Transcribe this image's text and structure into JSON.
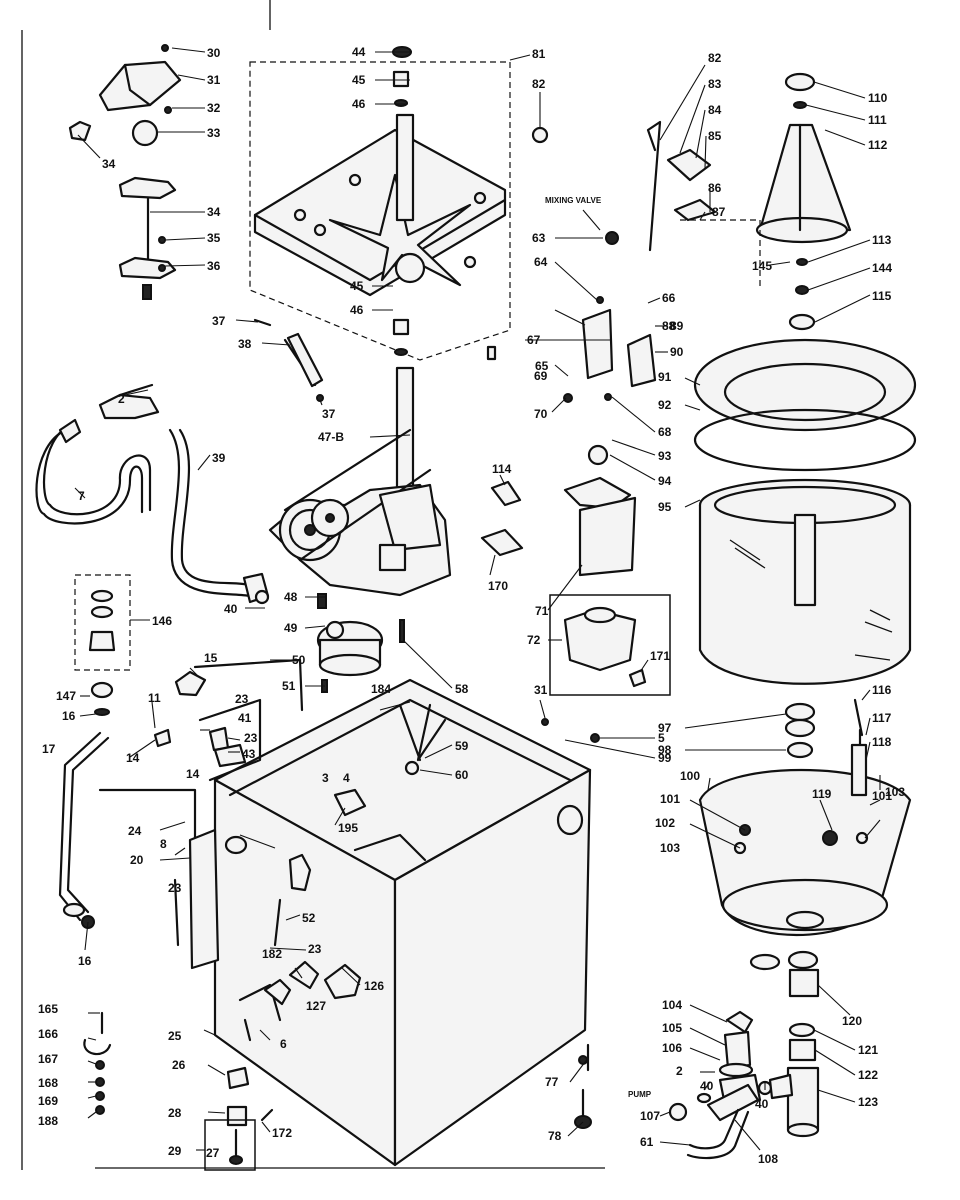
{
  "callouts": [
    {
      "id": "c30",
      "text": "30"
    },
    {
      "id": "c31",
      "text": "31"
    },
    {
      "id": "c32",
      "text": "32"
    },
    {
      "id": "c33",
      "text": "33"
    },
    {
      "id": "c34a",
      "text": "34"
    },
    {
      "id": "c34b",
      "text": "34"
    },
    {
      "id": "c35",
      "text": "35"
    },
    {
      "id": "c36",
      "text": "36"
    },
    {
      "id": "c37a",
      "text": "37"
    },
    {
      "id": "c37b",
      "text": "37"
    },
    {
      "id": "c38",
      "text": "38"
    },
    {
      "id": "c39",
      "text": "39"
    },
    {
      "id": "c44",
      "text": "44"
    },
    {
      "id": "c45a",
      "text": "45"
    },
    {
      "id": "c46a",
      "text": "46"
    },
    {
      "id": "c45b",
      "text": "45"
    },
    {
      "id": "c46b",
      "text": "46"
    },
    {
      "id": "c81",
      "text": "81"
    },
    {
      "id": "c82a",
      "text": "82"
    },
    {
      "id": "c47",
      "text": "47-B"
    },
    {
      "id": "c48",
      "text": "48"
    },
    {
      "id": "c49",
      "text": "49"
    },
    {
      "id": "c40a",
      "text": "40"
    },
    {
      "id": "c50",
      "text": "50"
    },
    {
      "id": "c51",
      "text": "51"
    },
    {
      "id": "c58",
      "text": "58"
    },
    {
      "id": "c7",
      "text": "7"
    },
    {
      "id": "c2a",
      "text": "2"
    },
    {
      "id": "c146",
      "text": "146"
    },
    {
      "id": "c147",
      "text": "147"
    },
    {
      "id": "c16a",
      "text": "16"
    },
    {
      "id": "c17",
      "text": "17"
    },
    {
      "id": "c16b",
      "text": "16"
    },
    {
      "id": "c15",
      "text": "15"
    },
    {
      "id": "c11",
      "text": "11"
    },
    {
      "id": "c14a",
      "text": "14"
    },
    {
      "id": "c14b",
      "text": "14"
    },
    {
      "id": "c23a",
      "text": "23"
    },
    {
      "id": "c41",
      "text": "41"
    },
    {
      "id": "c23b",
      "text": "23"
    },
    {
      "id": "c43",
      "text": "43"
    },
    {
      "id": "c24",
      "text": "24"
    },
    {
      "id": "c8",
      "text": "8"
    },
    {
      "id": "c20",
      "text": "20"
    },
    {
      "id": "c23c",
      "text": "23"
    },
    {
      "id": "c184",
      "text": "184"
    },
    {
      "id": "c59",
      "text": "59"
    },
    {
      "id": "c60",
      "text": "60"
    },
    {
      "id": "c195",
      "text": "195"
    },
    {
      "id": "c3",
      "text": "3"
    },
    {
      "id": "c4",
      "text": "4"
    },
    {
      "id": "c52",
      "text": "52"
    },
    {
      "id": "c23d",
      "text": "23"
    },
    {
      "id": "c182",
      "text": "182"
    },
    {
      "id": "c127",
      "text": "127"
    },
    {
      "id": "c126",
      "text": "126"
    },
    {
      "id": "c6",
      "text": "6"
    },
    {
      "id": "c25",
      "text": "25"
    },
    {
      "id": "c26",
      "text": "26"
    },
    {
      "id": "c28",
      "text": "28"
    },
    {
      "id": "c29",
      "text": "29"
    },
    {
      "id": "c27",
      "text": "27"
    },
    {
      "id": "c172",
      "text": "172"
    },
    {
      "id": "c165",
      "text": "165"
    },
    {
      "id": "c166",
      "text": "166"
    },
    {
      "id": "c167",
      "text": "167"
    },
    {
      "id": "c168",
      "text": "168"
    },
    {
      "id": "c169",
      "text": "169"
    },
    {
      "id": "c188",
      "text": "188"
    },
    {
      "id": "c82b",
      "text": "82"
    },
    {
      "id": "c83",
      "text": "83"
    },
    {
      "id": "c84",
      "text": "84"
    },
    {
      "id": "c85",
      "text": "85"
    },
    {
      "id": "c86",
      "text": "86"
    },
    {
      "id": "c87",
      "text": "87"
    },
    {
      "id": "c63",
      "text": "63"
    },
    {
      "id": "c64",
      "text": "64"
    },
    {
      "id": "c66",
      "text": "66"
    },
    {
      "id": "c88",
      "text": "88"
    },
    {
      "id": "c65",
      "text": "65"
    },
    {
      "id": "c67",
      "text": "67"
    },
    {
      "id": "c89",
      "text": "89"
    },
    {
      "id": "c90",
      "text": "90"
    },
    {
      "id": "c68",
      "text": "68"
    },
    {
      "id": "c70",
      "text": "70"
    },
    {
      "id": "c69",
      "text": "69"
    },
    {
      "id": "c93",
      "text": "93"
    },
    {
      "id": "c94",
      "text": "94"
    },
    {
      "id": "c114",
      "text": "114"
    },
    {
      "id": "c170",
      "text": "170"
    },
    {
      "id": "c71",
      "text": "71"
    },
    {
      "id": "c72",
      "text": "72"
    },
    {
      "id": "c171",
      "text": "171"
    },
    {
      "id": "c31b",
      "text": "31"
    },
    {
      "id": "c5",
      "text": "5"
    },
    {
      "id": "c99",
      "text": "99"
    },
    {
      "id": "c110",
      "text": "110"
    },
    {
      "id": "c111",
      "text": "111"
    },
    {
      "id": "c112",
      "text": "112"
    },
    {
      "id": "c113",
      "text": "113"
    },
    {
      "id": "c145",
      "text": "145"
    },
    {
      "id": "c144",
      "text": "144"
    },
    {
      "id": "c115",
      "text": "115"
    },
    {
      "id": "c91",
      "text": "91"
    },
    {
      "id": "c92",
      "text": "92"
    },
    {
      "id": "c95",
      "text": "95"
    },
    {
      "id": "c97",
      "text": "97"
    },
    {
      "id": "c98",
      "text": "98"
    },
    {
      "id": "c116",
      "text": "116"
    },
    {
      "id": "c117",
      "text": "117"
    },
    {
      "id": "c118",
      "text": "118"
    },
    {
      "id": "c100",
      "text": "100"
    },
    {
      "id": "c101a",
      "text": "101"
    },
    {
      "id": "c101b",
      "text": "101"
    },
    {
      "id": "c102",
      "text": "102"
    },
    {
      "id": "c103a",
      "text": "103"
    },
    {
      "id": "c103b",
      "text": "103"
    },
    {
      "id": "c119",
      "text": "119"
    },
    {
      "id": "c120",
      "text": "120"
    },
    {
      "id": "c104",
      "text": "104"
    },
    {
      "id": "c105",
      "text": "105"
    },
    {
      "id": "c106",
      "text": "106"
    },
    {
      "id": "c2b",
      "text": "2"
    },
    {
      "id": "c40b",
      "text": "40"
    },
    {
      "id": "c40c",
      "text": "40"
    },
    {
      "id": "c107",
      "text": "107"
    },
    {
      "id": "c108",
      "text": "108"
    },
    {
      "id": "c61",
      "text": "61"
    },
    {
      "id": "c121",
      "text": "121"
    },
    {
      "id": "c122",
      "text": "122"
    },
    {
      "id": "c123",
      "text": "123"
    },
    {
      "id": "c77",
      "text": "77"
    },
    {
      "id": "c78",
      "text": "78"
    }
  ],
  "text_labels": {
    "mixing_valve": "MIXING VALVE",
    "pump": "PUMP"
  }
}
